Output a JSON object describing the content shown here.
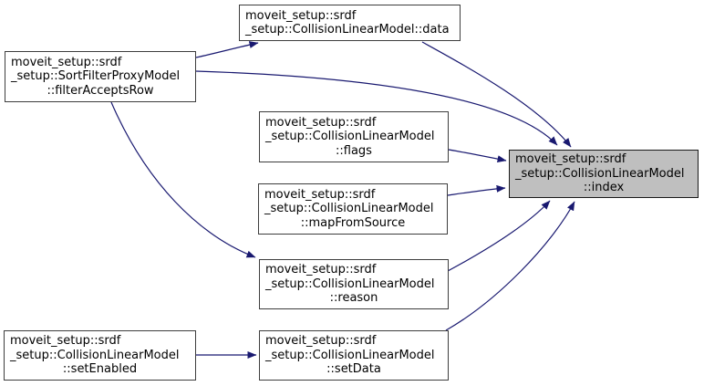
{
  "diagram": {
    "type": "call-graph",
    "colors": {
      "background": "#ffffff",
      "edge": "#191970",
      "node_border": "#3d3d3d",
      "node_fill": "#ffffff",
      "highlight_fill": "#bfbfbf"
    },
    "nodes": [
      {
        "id": "filterAcceptsRow",
        "lines": [
          "moveit_setup::srdf",
          "_setup::SortFilterProxyModel",
          "::filterAcceptsRow"
        ],
        "highlighted": false
      },
      {
        "id": "data",
        "lines": [
          "moveit_setup::srdf",
          "_setup::CollisionLinearModel::data"
        ],
        "highlighted": false
      },
      {
        "id": "flags",
        "lines": [
          "moveit_setup::srdf",
          "_setup::CollisionLinearModel",
          "::flags"
        ],
        "highlighted": false
      },
      {
        "id": "mapFromSource",
        "lines": [
          "moveit_setup::srdf",
          "_setup::CollisionLinearModel",
          "::mapFromSource"
        ],
        "highlighted": false
      },
      {
        "id": "reason",
        "lines": [
          "moveit_setup::srdf",
          "_setup::CollisionLinearModel",
          "::reason"
        ],
        "highlighted": false
      },
      {
        "id": "setData",
        "lines": [
          "moveit_setup::srdf",
          "_setup::CollisionLinearModel",
          "::setData"
        ],
        "highlighted": false
      },
      {
        "id": "setEnabled",
        "lines": [
          "moveit_setup::srdf",
          "_setup::CollisionLinearModel",
          "::setEnabled"
        ],
        "highlighted": false
      },
      {
        "id": "index",
        "lines": [
          "moveit_setup::srdf",
          "_setup::CollisionLinearModel",
          "::index"
        ],
        "highlighted": true
      }
    ],
    "edges": [
      {
        "from": "filterAcceptsRow",
        "to": "data"
      },
      {
        "from": "filterAcceptsRow",
        "to": "index"
      },
      {
        "from": "filterAcceptsRow",
        "to": "reason"
      },
      {
        "from": "data",
        "to": "index"
      },
      {
        "from": "flags",
        "to": "index"
      },
      {
        "from": "mapFromSource",
        "to": "index"
      },
      {
        "from": "reason",
        "to": "index"
      },
      {
        "from": "setData",
        "to": "index"
      },
      {
        "from": "setEnabled",
        "to": "setData"
      }
    ]
  }
}
